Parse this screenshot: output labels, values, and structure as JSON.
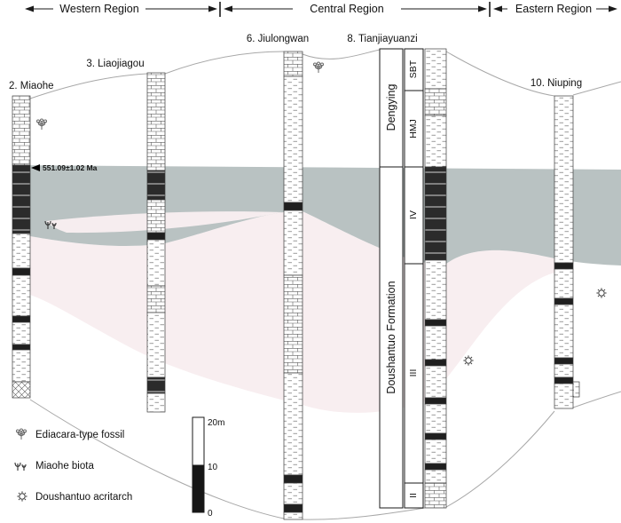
{
  "header": {
    "regions": [
      {
        "label": "Western Region"
      },
      {
        "label": "Central Region"
      },
      {
        "label": "Eastern Region"
      }
    ]
  },
  "columns": [
    {
      "label": "2. Miaohe"
    },
    {
      "label": "3. Liaojiagou"
    },
    {
      "label": "6. Jiulongwan"
    },
    {
      "label": "8. Tianjiayuanzi"
    },
    {
      "label": "10. Niuping"
    }
  ],
  "formations": {
    "dengying": "Dengying",
    "doushantuo": "Doushantuo Formation",
    "members": [
      "SBT",
      "HMJ",
      "IV",
      "III",
      "II"
    ]
  },
  "annotations": {
    "age": "551.09±1.02 Ma"
  },
  "legend": {
    "items": [
      {
        "icon": "ediacara-fossil-icon",
        "label": "Ediacara-type fossil"
      },
      {
        "icon": "miaohe-biota-icon",
        "label": "Miaohe biota"
      },
      {
        "icon": "doushantuo-acritarch-icon",
        "label": "Doushantuo acritarch"
      }
    ]
  },
  "scale_bar": {
    "top": "20m",
    "mid": "10",
    "bottom": "0"
  },
  "colors": {
    "gray_band": "#b9c2c2",
    "pink_band": "#f8eef0",
    "black_unit": "#2b2b2b"
  }
}
